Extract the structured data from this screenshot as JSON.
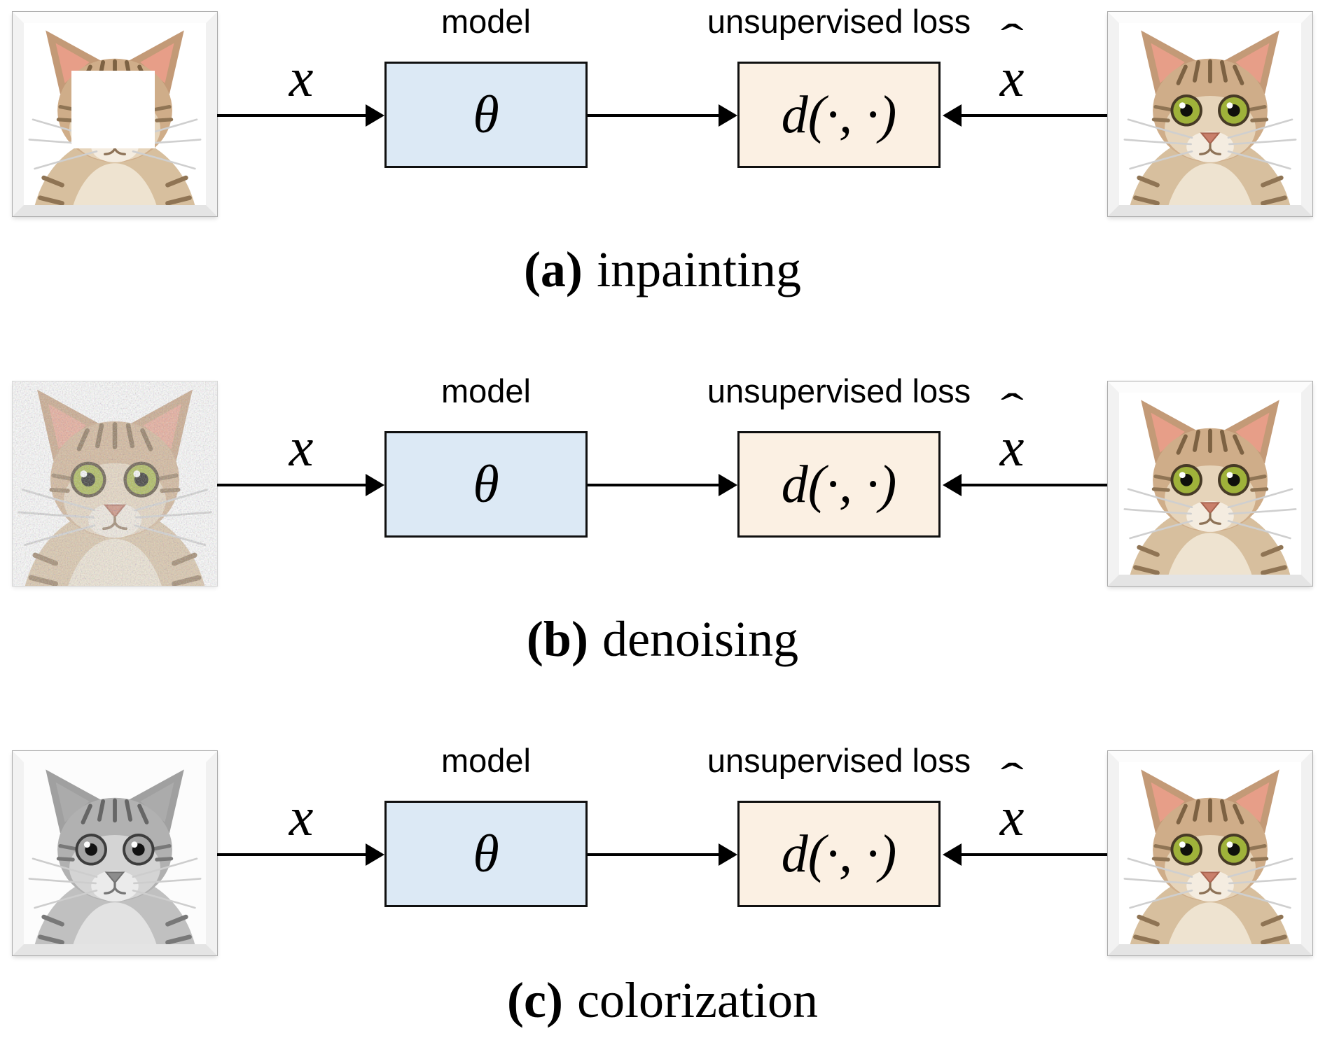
{
  "figure": {
    "description": "Three-row diagram of unsupervised image restoration tasks",
    "colors": {
      "background": "#ffffff",
      "model_box_fill": "#dce9f5",
      "loss_box_fill": "#fbf0e3",
      "box_border": "#101010",
      "arrow": "#000000",
      "text": "#000000"
    }
  },
  "rows": [
    {
      "id": "a",
      "task": "inpainting",
      "caption_tag": "(a)",
      "caption_text": "inpainting",
      "model_title": "model",
      "loss_title": "unsupervised loss",
      "model_symbol": "θ",
      "loss_symbol": "d(·, ·)",
      "input_label": "x",
      "output_label_hat": "ˆ",
      "output_label_base": "x",
      "input_image": "cat-photo-with-white-masked-square",
      "target_image": "clean-cat-photo"
    },
    {
      "id": "b",
      "task": "denoising",
      "caption_tag": "(b)",
      "caption_text": "denoising",
      "model_title": "model",
      "loss_title": "unsupervised loss",
      "model_symbol": "θ",
      "loss_symbol": "d(·, ·)",
      "input_label": "x",
      "output_label_hat": "ˆ",
      "output_label_base": "x",
      "input_image": "noisy-cat-photo",
      "target_image": "clean-cat-photo"
    },
    {
      "id": "c",
      "task": "colorization",
      "caption_tag": "(c)",
      "caption_text": "colorization",
      "model_title": "model",
      "loss_title": "unsupervised loss",
      "model_symbol": "θ",
      "loss_symbol": "d(·, ·)",
      "input_label": "x",
      "output_label_hat": "ˆ",
      "output_label_base": "x",
      "input_image": "grayscale-cat-photo",
      "target_image": "clean-cat-photo"
    }
  ]
}
